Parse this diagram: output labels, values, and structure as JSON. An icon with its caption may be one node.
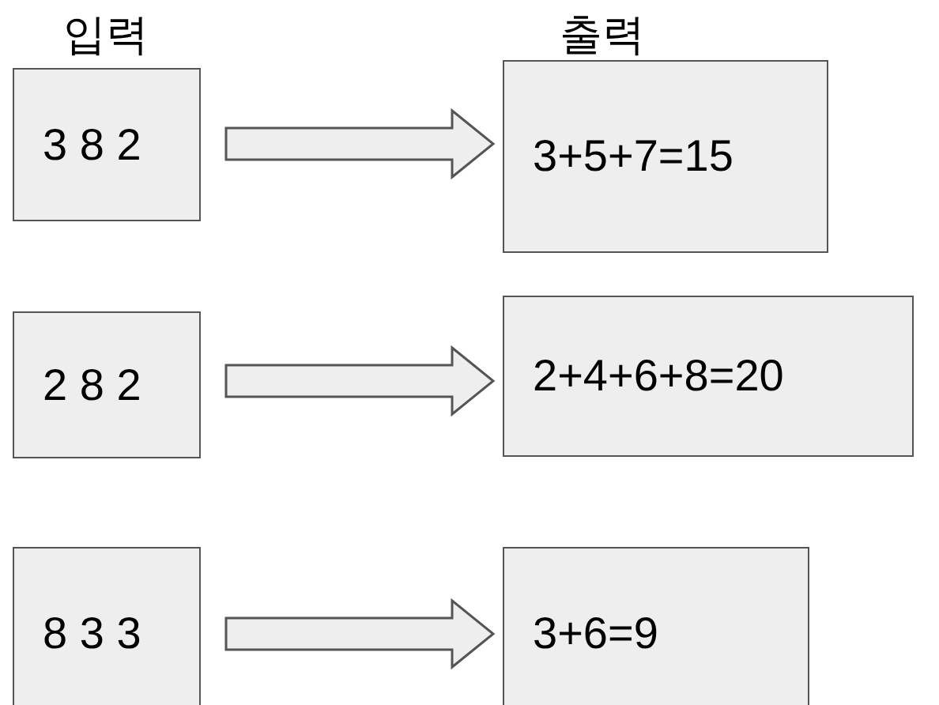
{
  "diagram": {
    "nodes": [
      {
        "text": [
          "3 8 2"
        ]
      },
      {
        "text": [
          "3+5+7=15"
        ]
      },
      {
        "text": [
          "2 8 2"
        ]
      },
      {
        "text": [
          "2+4+6+8=20"
        ]
      },
      {
        "text": [
          "8 3 3"
        ]
      },
      {
        "text": [
          "3+6=9"
        ]
      }
    ],
    "edges": [
      {
        "from": 0,
        "to": 1,
        "arrow": "to"
      },
      {
        "from": 2,
        "to": 3,
        "arrow": "to"
      },
      {
        "from": 4,
        "to": 5,
        "arrow": "to"
      }
    ],
    "labels": [
      "입력",
      "출력"
    ]
  }
}
